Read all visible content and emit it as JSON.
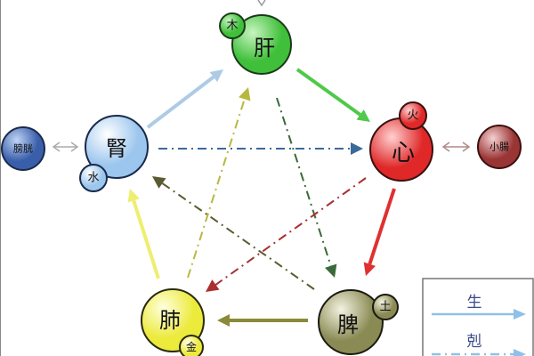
{
  "nodes": {
    "liver": {
      "label": "肝",
      "element": "木",
      "color": "#4fc94a"
    },
    "heart": {
      "label": "心",
      "element": "火",
      "color": "#e8413f"
    },
    "kidney": {
      "label": "腎",
      "element": "水",
      "color": "#a9cdee"
    },
    "lung": {
      "label": "肺",
      "element": "金",
      "color": "#f2ee55"
    },
    "spleen": {
      "label": "脾",
      "element": "土",
      "color": "#9a9a6a"
    },
    "bladder": {
      "label": "膀胱",
      "color": "#4a6fc0"
    },
    "small_intestine": {
      "label": "小腸",
      "color": "#a84a4a"
    }
  },
  "legend": {
    "generate": "生",
    "restrain": "剋",
    "color": "#8fc1e8"
  },
  "edges_generate": [
    {
      "from": "腎",
      "to": "肝",
      "color": "#aecbe6"
    },
    {
      "from": "肝",
      "to": "心",
      "color": "#4fc94a"
    },
    {
      "from": "心",
      "to": "脾",
      "color": "#e03030"
    },
    {
      "from": "脾",
      "to": "肺",
      "color": "#8a8a3a"
    },
    {
      "from": "肺",
      "to": "腎",
      "color": "#eeee70"
    }
  ],
  "edges_restrain": [
    {
      "from": "腎",
      "to": "心",
      "color": "#3a6a9a"
    },
    {
      "from": "肝",
      "to": "脾",
      "color": "#3a6a3a"
    },
    {
      "from": "心",
      "to": "肺",
      "color": "#a83030"
    },
    {
      "from": "脾",
      "to": "腎",
      "color": "#5a5a30"
    },
    {
      "from": "肺",
      "to": "肝",
      "color": "#b8b840"
    }
  ]
}
